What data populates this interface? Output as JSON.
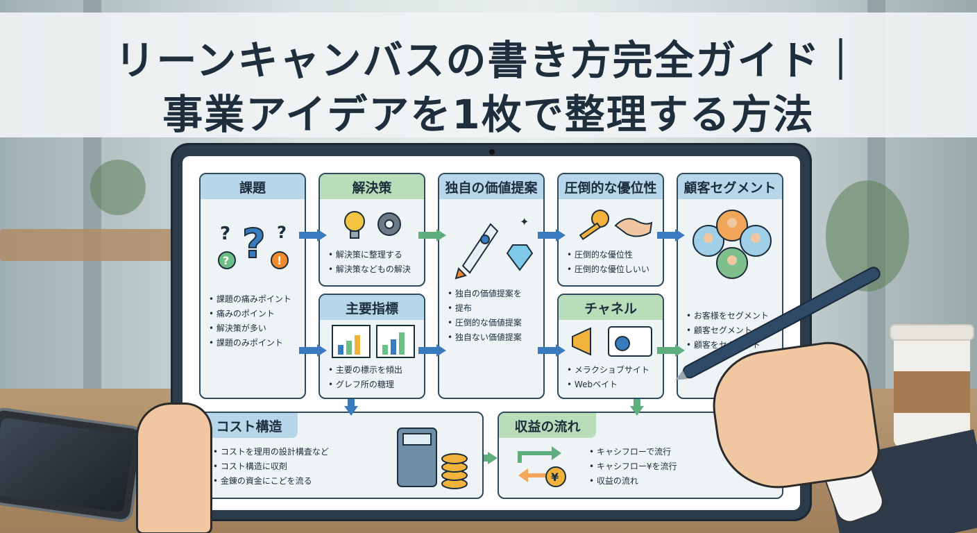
{
  "title": {
    "line1": "リーンキャンバスの書き方完全ガイド｜",
    "line2": "事業アイデアを1枚で整理する方法"
  },
  "canvas": {
    "problem": {
      "label": "課題",
      "bullets": [
        "課題の痛みポイント",
        "痛みのポイント",
        "解決策が多い",
        "課題のみポイント"
      ]
    },
    "solution": {
      "label": "解決策",
      "bullets": [
        "解決策に整理する",
        "解決策などもの解決"
      ]
    },
    "uvp": {
      "label": "独自の価値提案",
      "bullets": [
        "独自の価値提案を",
        "提布",
        "圧倒的な価値提案",
        "独自ない価値提案"
      ]
    },
    "advantage": {
      "label": "圧倒的な優位性",
      "bullets": [
        "圧倒的な優位性",
        "圧倒的な優位しいい"
      ]
    },
    "segments": {
      "label": "顧客セグメント",
      "bullets": [
        "お客様をセグメント",
        "顧客セグメント",
        "顧客をセグメント"
      ]
    },
    "metrics": {
      "label": "主要指標",
      "bullets": [
        "主要の標示を傾出",
        "グレフ所の糖理"
      ]
    },
    "channels": {
      "label": "チャネル",
      "bullets": [
        "メラクショブサイト",
        "Webベイト"
      ]
    },
    "cost": {
      "label": "コスト構造",
      "bullets": [
        "コストを理用の設計構査など",
        "コスト構造に収剤",
        "金錬の資金にこどを流る"
      ]
    },
    "revenue": {
      "label": "収益の流れ",
      "bullets": [
        "キャシフローで流行",
        "キャシフロー¥を流行",
        "収益の流れ"
      ]
    }
  },
  "icons": {
    "question": "?",
    "exclaim": "!",
    "yen": "¥"
  },
  "colors": {
    "header_blue": "#b8d6ea",
    "header_green": "#b9dcb9",
    "arrow_blue": "#3a7bbf",
    "arrow_green": "#5fae7d",
    "title_text": "#1f2e3d"
  }
}
